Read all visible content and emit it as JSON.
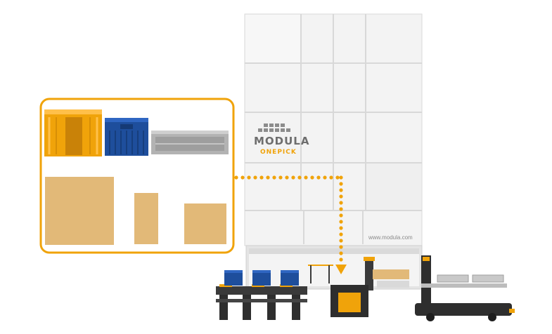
{
  "brand": {
    "name": "MODULA",
    "product": "ONEPICK",
    "website": "www.modula.com",
    "logo_icon": "modula-grid-logo-icon"
  },
  "colors": {
    "accent": "#F0A30A",
    "cabinet_panel": "#F1F1F1",
    "cabinet_line": "#D6D6D6",
    "blue_bin": "#1E4E9C",
    "grey_bin": "#A9A9A9",
    "cardboard": "#E2B978",
    "machine_dark": "#2E2E2E"
  },
  "items_panel": {
    "containers": [
      "orange-crate-icon",
      "blue-crate-icon",
      "grey-tray-icon"
    ],
    "boxes": [
      "large-box-icon",
      "tall-box-icon",
      "small-box-icon"
    ]
  }
}
